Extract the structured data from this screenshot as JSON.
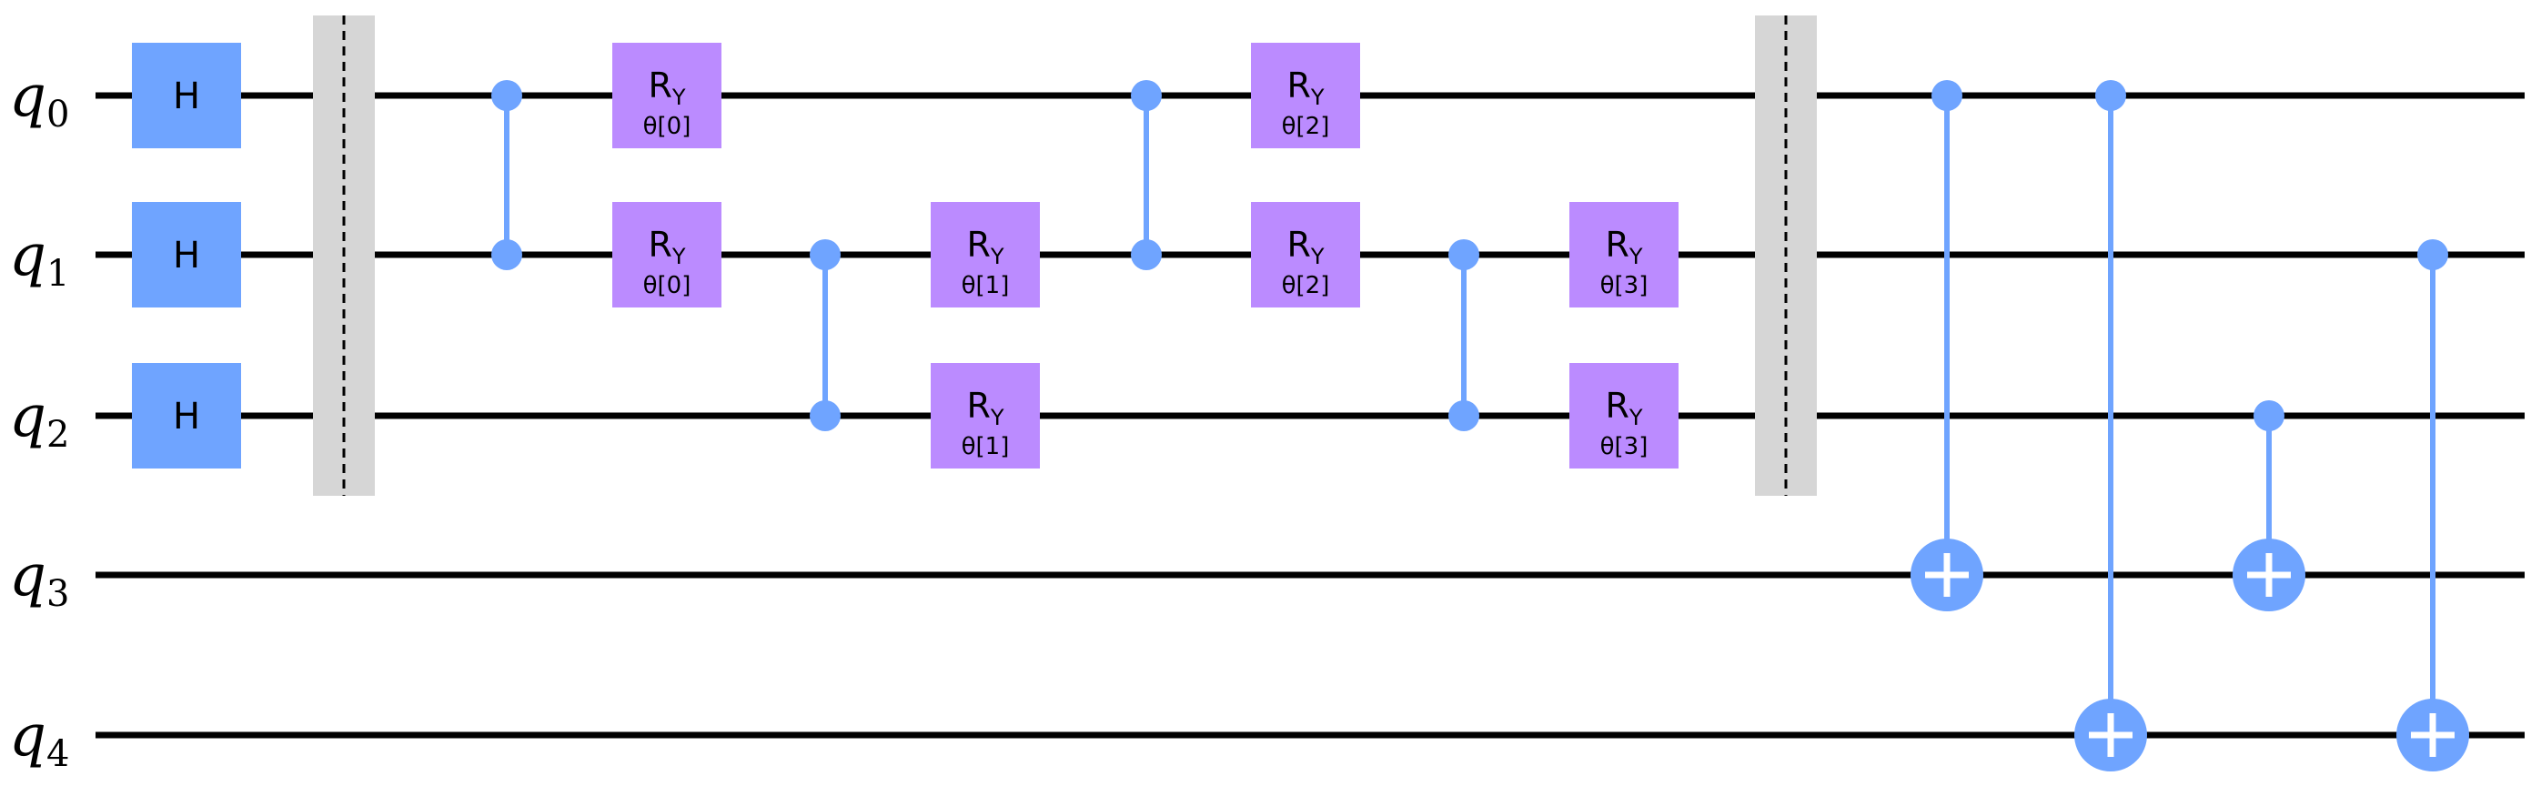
{
  "colors": {
    "wire": "#000000",
    "h_gate": "#6fa4ff",
    "ry_gate": "#bb8bff",
    "control": "#6fa4ff",
    "barrier_fill": "#d6d6d6",
    "barrier_line": "#000000"
  },
  "qubits": [
    {
      "name": "q",
      "index": "0"
    },
    {
      "name": "q",
      "index": "1"
    },
    {
      "name": "q",
      "index": "2"
    },
    {
      "name": "q",
      "index": "3"
    },
    {
      "name": "q",
      "index": "4"
    }
  ],
  "columns": [
    {
      "type": "H",
      "label": "H",
      "qubits": [
        0,
        1,
        2
      ]
    },
    {
      "type": "barrier",
      "qubits": [
        0,
        1,
        2
      ]
    },
    {
      "type": "CZ",
      "qubits": [
        0,
        1
      ]
    },
    {
      "type": "RY",
      "qubits": [
        0,
        1
      ],
      "label": "R",
      "sub": "Y",
      "param": "θ[0]"
    },
    {
      "type": "CZ",
      "qubits": [
        1,
        2
      ]
    },
    {
      "type": "RY",
      "qubits": [
        1,
        2
      ],
      "label": "R",
      "sub": "Y",
      "param": "θ[1]"
    },
    {
      "type": "CZ",
      "qubits": [
        0,
        1
      ]
    },
    {
      "type": "RY",
      "qubits": [
        0,
        1
      ],
      "label": "R",
      "sub": "Y",
      "param": "θ[2]"
    },
    {
      "type": "CZ",
      "qubits": [
        1,
        2
      ]
    },
    {
      "type": "RY",
      "qubits": [
        1,
        2
      ],
      "label": "R",
      "sub": "Y",
      "param": "θ[3]"
    },
    {
      "type": "barrier",
      "qubits": [
        0,
        1,
        2
      ]
    },
    {
      "type": "CX",
      "control": 0,
      "target": 3
    },
    {
      "type": "CX",
      "control": 0,
      "target": 4
    },
    {
      "type": "CX",
      "control": 2,
      "target": 3
    },
    {
      "type": "CX",
      "control": 1,
      "target": 4
    }
  ]
}
